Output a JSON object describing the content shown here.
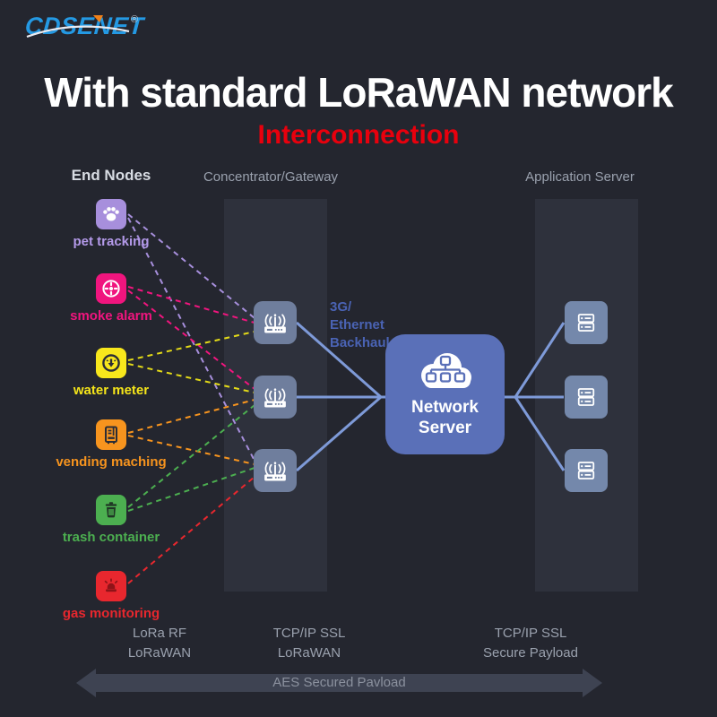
{
  "logo": {
    "text": "CDSENET",
    "registered": "®"
  },
  "title": "With standard LoRaWAN network",
  "subtitle": "Interconnection",
  "columns": {
    "end_nodes": {
      "header": "End Nodes"
    },
    "gateway": {
      "header": "Concentrator/Gateway"
    },
    "app_server": {
      "header": "Application Server"
    }
  },
  "nodes": [
    {
      "label": "pet tracking",
      "color": "#a78fdc",
      "icon": "paw-icon"
    },
    {
      "label": "smoke alarm",
      "color": "#f0157e",
      "icon": "smoke-detector-icon"
    },
    {
      "label": "water meter",
      "color": "#f8e71c",
      "icon": "water-meter-icon"
    },
    {
      "label": "vending maching",
      "color": "#f7941e",
      "icon": "vending-machine-icon"
    },
    {
      "label": "trash container",
      "color": "#4caf50",
      "icon": "trash-icon"
    },
    {
      "label": "gas monitoring",
      "color": "#e8272e",
      "icon": "siren-icon"
    }
  ],
  "gateways": {
    "count": 3,
    "icon": "router-icon",
    "color": "#6f7e9d"
  },
  "app_servers": {
    "count": 3,
    "icon": "server-rack-icon",
    "color": "#7488ab"
  },
  "backhaul_label": {
    "lines": [
      "3G/",
      "Ethernet",
      "Backhaul"
    ]
  },
  "network_server": {
    "line1": "Network",
    "line2": "Server",
    "color": "#5a70b8",
    "icon": "cloud-network-icon"
  },
  "footer": {
    "protocols": [
      {
        "line1": "LoRa RF",
        "line2": "LoRaWAN"
      },
      {
        "line1": "TCP/IP SSL",
        "line2": "LoRaWAN"
      },
      {
        "line1": "TCP/IP SSL",
        "line2": "Secure Payload"
      }
    ],
    "arrow_label": "AES Secured Pavload"
  },
  "link_colors": {
    "solid_backbone": "#7e9ad8",
    "pet": "#a78fdc",
    "smoke": "#f0157e",
    "water": "#e3da18",
    "vending": "#f7941e",
    "trash": "#4caf50",
    "gas": "#e8272e"
  },
  "background": {
    "page": "#24262f",
    "panel": "#2e313c"
  }
}
